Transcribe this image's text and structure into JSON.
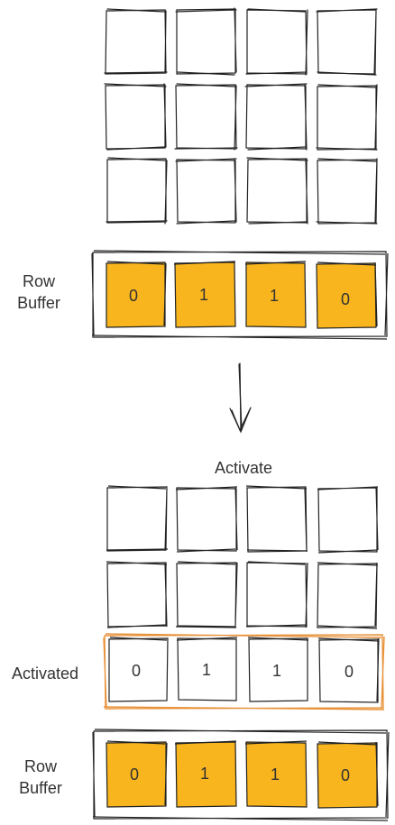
{
  "labels": {
    "row_buffer_top": "Row Buffer",
    "activate": "Activate",
    "activated": "Activated",
    "row_buffer_bottom": "Row Buffer"
  },
  "row_buffer_top": {
    "bits": [
      "0",
      "1",
      "1",
      "0"
    ]
  },
  "activated_row": {
    "bits": [
      "0",
      "1",
      "1",
      "0"
    ]
  },
  "row_buffer_bottom": {
    "bits": [
      "0",
      "1",
      "1",
      "0"
    ]
  },
  "colors": {
    "ink": "#222222",
    "fill_highlight": "#f8b51e",
    "activated_border": "#e8923a",
    "text": "#333333"
  }
}
